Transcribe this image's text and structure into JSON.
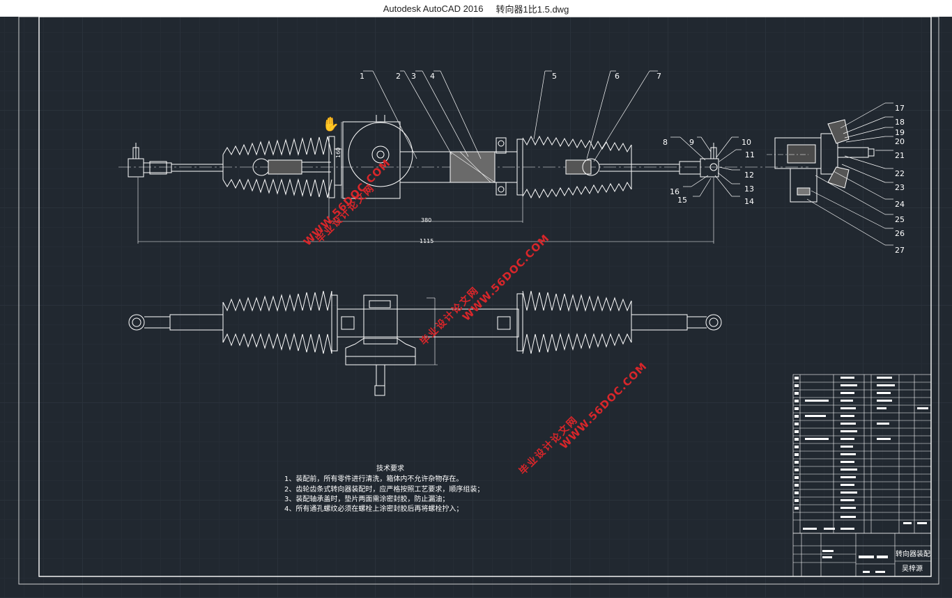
{
  "window": {
    "app_name": "Autodesk AutoCAD 2016",
    "file_name": "转向器1比1.5.dwg"
  },
  "drawing": {
    "balloons": [
      "1",
      "2",
      "3",
      "4",
      "5",
      "6",
      "7",
      "8",
      "9",
      "10",
      "11",
      "12",
      "13",
      "14",
      "15",
      "16",
      "17",
      "18",
      "19",
      "20",
      "21",
      "22",
      "23",
      "24",
      "25",
      "26",
      "27"
    ],
    "dimensions": {
      "height": "160",
      "rack_span": "380",
      "overall_length": "1115"
    },
    "tech_requirements": {
      "heading": "技术要求",
      "items": [
        "1、装配前，所有零件进行清洗，箱体内不允许杂物存在。",
        "2、齿轮齿条式转向器装配时，应严格按照工艺要求，顺序组装；",
        "3、装配轴承盖时，垫片两面需涂密封胶，防止漏油；",
        "4、所有通孔螺纹必须在螺栓上涂密封胶后再将螺栓拧入；"
      ]
    },
    "title_block": {
      "drawing_name": "转向器装配",
      "designer": "吴梓源"
    },
    "watermark": {
      "site": "WWW.56DOC.COM",
      "label": "毕业设计论文网"
    }
  },
  "colors": {
    "canvas_bg": "#212830",
    "line": "#ffffff",
    "watermark": "#d8262a"
  },
  "icons": {
    "cursor": "pan-hand-icon"
  }
}
